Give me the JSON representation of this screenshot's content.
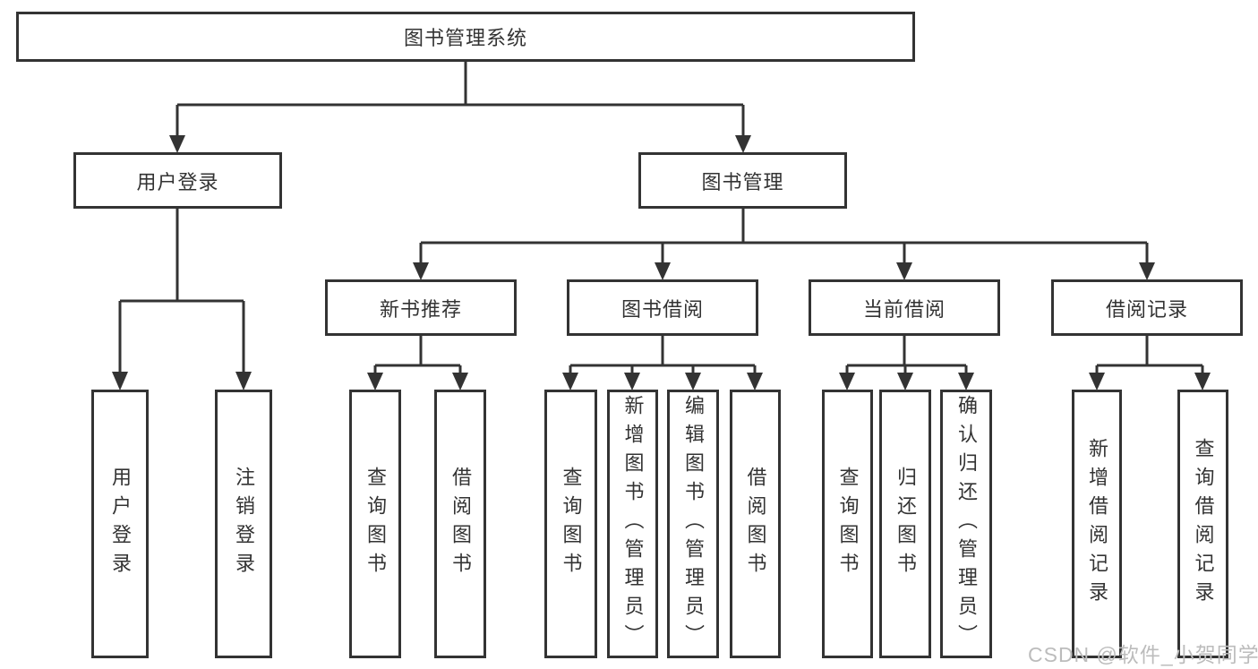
{
  "diagram": {
    "root": {
      "label": "图书管理系统"
    },
    "branches": [
      {
        "label": "用户登录",
        "children": [
          {
            "label": "用户登录"
          },
          {
            "label": "注销登录"
          }
        ]
      },
      {
        "label": "图书管理",
        "groups": [
          {
            "label": "新书推荐",
            "children": [
              {
                "label": "查询图书"
              },
              {
                "label": "借阅图书"
              }
            ]
          },
          {
            "label": "图书借阅",
            "children": [
              {
                "label": "查询图书"
              },
              {
                "label": "新增图书（管理员）"
              },
              {
                "label": "编辑图书（管理员）"
              },
              {
                "label": "借阅图书"
              }
            ]
          },
          {
            "label": "当前借阅",
            "children": [
              {
                "label": "查询图书"
              },
              {
                "label": "归还图书"
              },
              {
                "label": "确认归还（管理员）"
              }
            ]
          },
          {
            "label": "借阅记录",
            "children": [
              {
                "label": "新增借阅记录"
              },
              {
                "label": "查询借阅记录"
              }
            ]
          }
        ]
      }
    ]
  },
  "watermark": {
    "text": "CSDN @软件_小贺同学"
  },
  "colors": {
    "line": "#333333",
    "text": "#333333",
    "watermark": "#bcbcbc",
    "background": "#ffffff"
  }
}
